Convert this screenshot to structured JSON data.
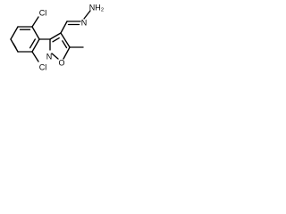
{
  "molecule": {
    "atoms": {
      "cl_top": "Cl",
      "cl_bottom": "Cl",
      "n_ring": "N",
      "o_ring": "O",
      "n_hydrazone": "N",
      "n_amine": "NH₂"
    },
    "colors": {
      "bond": "#000000",
      "text": "#000000",
      "background": "#ffffff"
    }
  }
}
